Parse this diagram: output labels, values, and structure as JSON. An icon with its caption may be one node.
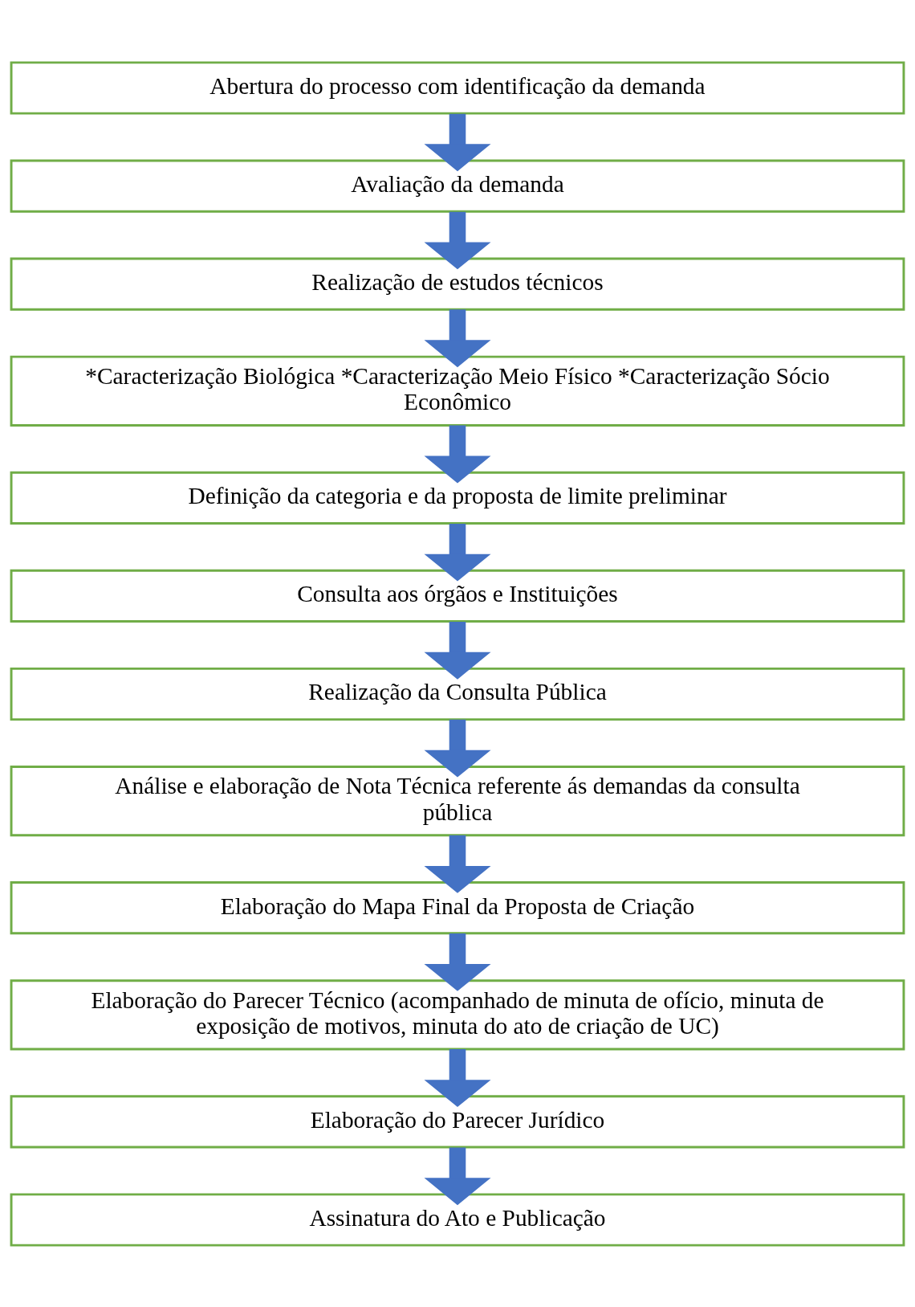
{
  "diagram": {
    "nodes": [
      {
        "text": [
          "Abertura do processo com identificação da demanda"
        ]
      },
      {
        "text": [
          "Avaliação da demanda"
        ]
      },
      {
        "text": [
          "Realização de estudos técnicos"
        ]
      },
      {
        "text": [
          "*Caracterização Biológica *Caracterização Meio Físico *Caracterização Sócio Econômico"
        ]
      },
      {
        "text": [
          "Definição da categoria e da proposta de limite preliminar"
        ]
      },
      {
        "text": [
          "Consulta aos órgãos e Instituições"
        ]
      },
      {
        "text": [
          "Realização da Consulta Pública"
        ]
      },
      {
        "text": [
          "Análise e elaboração de Nota Técnica referente ás demandas da consulta pública"
        ]
      },
      {
        "text": [
          "Elaboração do Mapa Final da Proposta de Criação"
        ]
      },
      {
        "text": [
          "Elaboração do Parecer Técnico (acompanhado de minuta de ofício, minuta de exposição de motivos, minuta do ato de criação de UC)"
        ]
      },
      {
        "text": [
          "Elaboração do Parecer Jurídico"
        ]
      },
      {
        "text": [
          "Assinatura do Ato e Publicação"
        ]
      }
    ],
    "edges": [
      {
        "from": 0,
        "to": 1,
        "arrow": "to"
      },
      {
        "from": 1,
        "to": 2,
        "arrow": "to"
      },
      {
        "from": 2,
        "to": 3,
        "arrow": "to"
      },
      {
        "from": 3,
        "to": 4,
        "arrow": "to"
      },
      {
        "from": 4,
        "to": 5,
        "arrow": "to"
      },
      {
        "from": 5,
        "to": 6,
        "arrow": "to"
      },
      {
        "from": 6,
        "to": 7,
        "arrow": "to"
      },
      {
        "from": 7,
        "to": 8,
        "arrow": "to"
      },
      {
        "from": 8,
        "to": 9,
        "arrow": "to"
      },
      {
        "from": 9,
        "to": 10,
        "arrow": "to"
      },
      {
        "from": 10,
        "to": 11,
        "arrow": "to"
      }
    ]
  }
}
